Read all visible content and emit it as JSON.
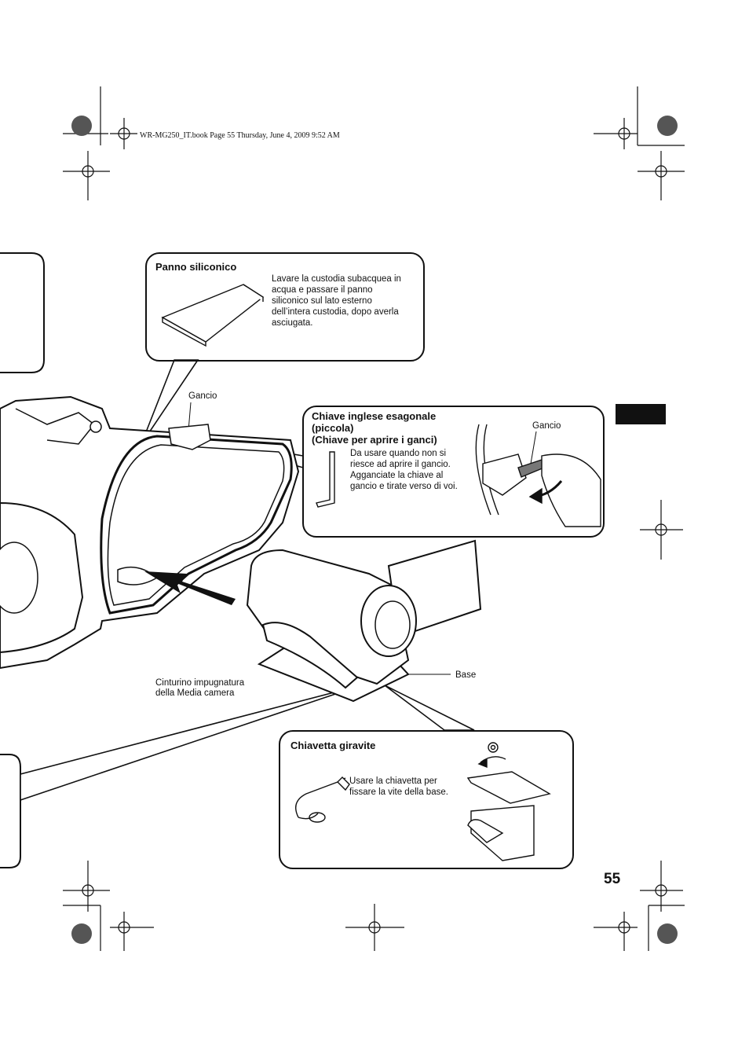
{
  "header": {
    "text": "WR-MG250_IT.book  Page 55  Thursday, June 4, 2009  9:52 AM"
  },
  "silicone_cloth": {
    "title": "Panno siliconico",
    "description": "Lavare la custodia subacquea in acqua e passare il panno siliconico sul lato esterno dell’intera custodia, dopo averla asciugata."
  },
  "hex_wrench": {
    "title_line1": "Chiave inglese esagonale",
    "title_line2": "(piccola)",
    "title_line3": "(Chiave per aprire i ganci)",
    "description": "Da usare quando non si riesce ad aprire il gancio. Agganciate la chiave al gancio e tirate verso di voi.",
    "hook_label": "Gancio"
  },
  "labels": {
    "hook": "Gancio",
    "grip_strap_line1": "Cinturino impugnatura",
    "grip_strap_line2": "della Media camera",
    "base": "Base"
  },
  "screwdriver_key": {
    "title": "Chiavetta giravite",
    "description": "Usare la chiavetta per fissare la vite della base."
  },
  "page_number": "55",
  "colors": {
    "ink": "#111111",
    "paper": "#ffffff"
  }
}
